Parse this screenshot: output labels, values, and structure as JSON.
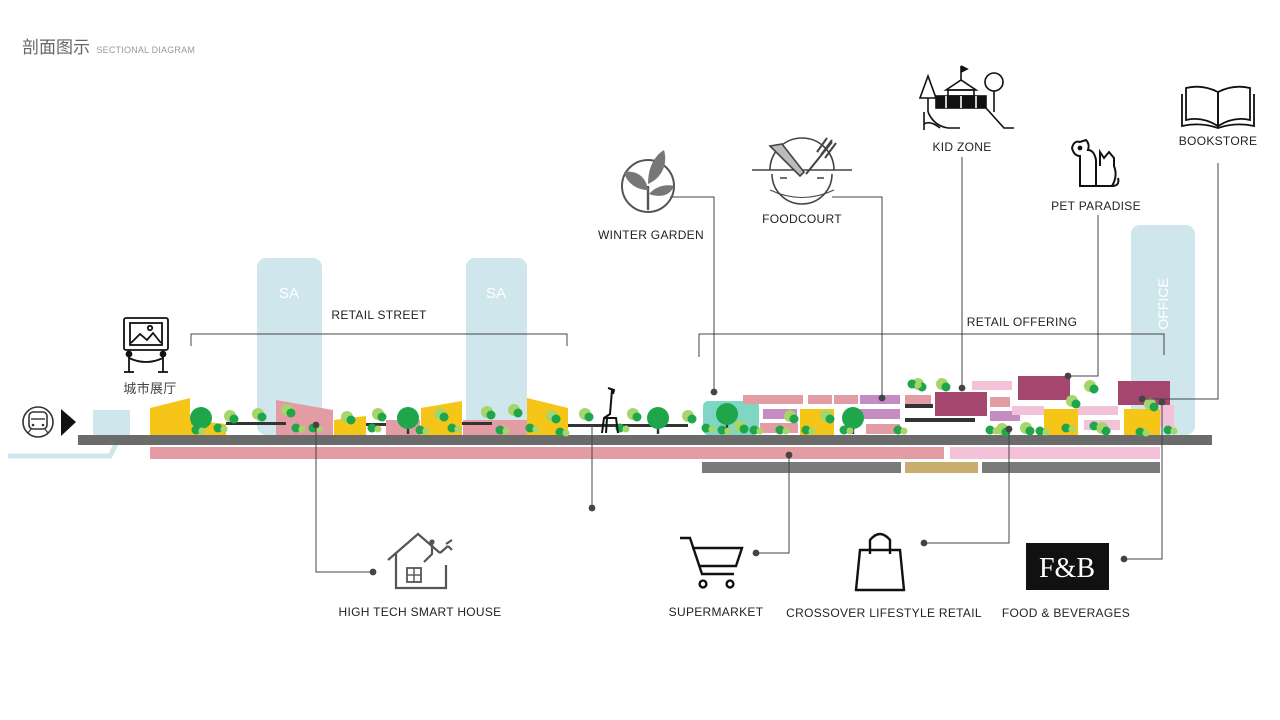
{
  "title": {
    "cn": "剖面图示",
    "en": "SECTIONAL DIAGRAM"
  },
  "towers": {
    "sa_left": "SA",
    "sa_right": "SA",
    "office": "OFFICE"
  },
  "labels": {
    "retail_street": "RETAIL STREET",
    "retail_offering": "RETAIL OFFERING",
    "exhibition": "城市展厅",
    "winter_garden": "WINTER GARDEN",
    "foodcourt": "FOODCOURT",
    "kid_zone": "KID ZONE",
    "pet_paradise": "PET PARADISE",
    "bookstore": "BOOKSTORE",
    "smart_house": "HIGH TECH SMART HOUSE",
    "supermarket": "SUPERMARKET",
    "crossover": "CROSSOVER LIFESTYLE RETAIL",
    "fnb": "FOOD & BEVERAGES",
    "fnb_logo": "F&B"
  },
  "icons": [
    "metro-train-icon",
    "exhibition-frame-icon",
    "leaf-plant-icon",
    "fork-knife-plate-icon",
    "playground-icon",
    "dog-cat-icon",
    "open-book-icon",
    "smart-house-icon",
    "shopping-cart-icon",
    "shopping-bag-icon",
    "fnb-logo-icon"
  ],
  "colors": {
    "tower": "#cfe6ec",
    "ground": "#6b6b6b",
    "retail_pink": "#e39ca3",
    "light_pink": "#f3c2d9",
    "yellow": "#f5c518",
    "tree_green": "#1fa64a",
    "leaf_light": "#a6d66b",
    "magenta": "#a4466e",
    "mauve": "#c48cc3",
    "teal": "#7fd6c4",
    "basement_gray": "#7a7a7a",
    "basement_tan": "#c9ad6a",
    "connector": "#444444"
  }
}
